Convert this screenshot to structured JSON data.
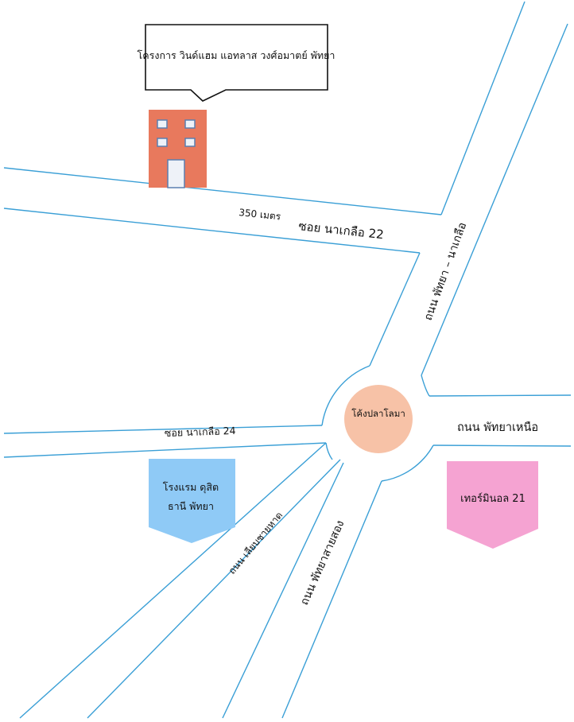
{
  "project": {
    "name": "โครงการ วินด์แฮม แอทลาส วงศ์อมาตย์ พัทยา"
  },
  "distance": {
    "label": "350 เมตร"
  },
  "roads": {
    "soi_22": "ซอย นาเกลือ 22",
    "pattaya_naklua": "ถนน พัทยา – นาเกลือ",
    "soi_24": "ซอย นาเกลือ 24",
    "pattaya_nuea": "ถนน พัทยาเหนือ",
    "beach_road": "ถนน เลียบชายหาด",
    "second_road": "ถนน พัทยาสายสอง"
  },
  "landmarks": {
    "roundabout": "โค้งปลาโลมา",
    "hotel_line1": "โรงแรม ดุสิต",
    "hotel_line2": "ธานี พัทยา",
    "terminal": "เทอร์มินอล 21"
  },
  "colors": {
    "road": "#3a9fd6",
    "building": "#e8795d",
    "roundabout_fill": "#f7c2a7",
    "hotel_fill": "#8fcaf6",
    "terminal_fill": "#f5a3d2"
  }
}
